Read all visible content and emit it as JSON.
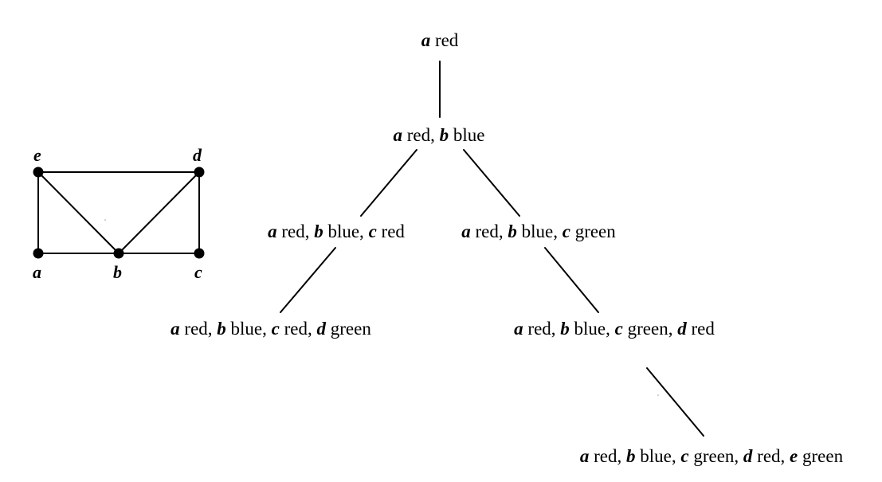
{
  "graph": {
    "vertices": {
      "a": "a",
      "b": "b",
      "c": "c",
      "d": "d",
      "e": "e"
    },
    "edges": [
      [
        "e",
        "d"
      ],
      [
        "e",
        "a"
      ],
      [
        "d",
        "c"
      ],
      [
        "a",
        "b"
      ],
      [
        "b",
        "c"
      ],
      [
        "e",
        "b"
      ],
      [
        "b",
        "d"
      ]
    ]
  },
  "tree": {
    "nodes": [
      {
        "id": "n1",
        "assignments": [
          {
            "var": "a",
            "color": "red"
          }
        ]
      },
      {
        "id": "n2",
        "assignments": [
          {
            "var": "a",
            "color": "red"
          },
          {
            "var": "b",
            "color": "blue"
          }
        ]
      },
      {
        "id": "n3",
        "assignments": [
          {
            "var": "a",
            "color": "red"
          },
          {
            "var": "b",
            "color": "blue"
          },
          {
            "var": "c",
            "color": "red"
          }
        ]
      },
      {
        "id": "n4",
        "assignments": [
          {
            "var": "a",
            "color": "red"
          },
          {
            "var": "b",
            "color": "blue"
          },
          {
            "var": "c",
            "color": "green"
          }
        ]
      },
      {
        "id": "n5",
        "assignments": [
          {
            "var": "a",
            "color": "red"
          },
          {
            "var": "b",
            "color": "blue"
          },
          {
            "var": "c",
            "color": "red"
          },
          {
            "var": "d",
            "color": "green"
          }
        ]
      },
      {
        "id": "n6",
        "assignments": [
          {
            "var": "a",
            "color": "red"
          },
          {
            "var": "b",
            "color": "blue"
          },
          {
            "var": "c",
            "color": "green"
          },
          {
            "var": "d",
            "color": "red"
          }
        ]
      },
      {
        "id": "n7",
        "assignments": [
          {
            "var": "a",
            "color": "red"
          },
          {
            "var": "b",
            "color": "blue"
          },
          {
            "var": "c",
            "color": "green"
          },
          {
            "var": "d",
            "color": "red"
          },
          {
            "var": "e",
            "color": "green"
          }
        ]
      }
    ],
    "edges": [
      [
        "n1",
        "n2"
      ],
      [
        "n2",
        "n3"
      ],
      [
        "n2",
        "n4"
      ],
      [
        "n3",
        "n5"
      ],
      [
        "n4",
        "n6"
      ],
      [
        "n6",
        "n7"
      ]
    ]
  }
}
